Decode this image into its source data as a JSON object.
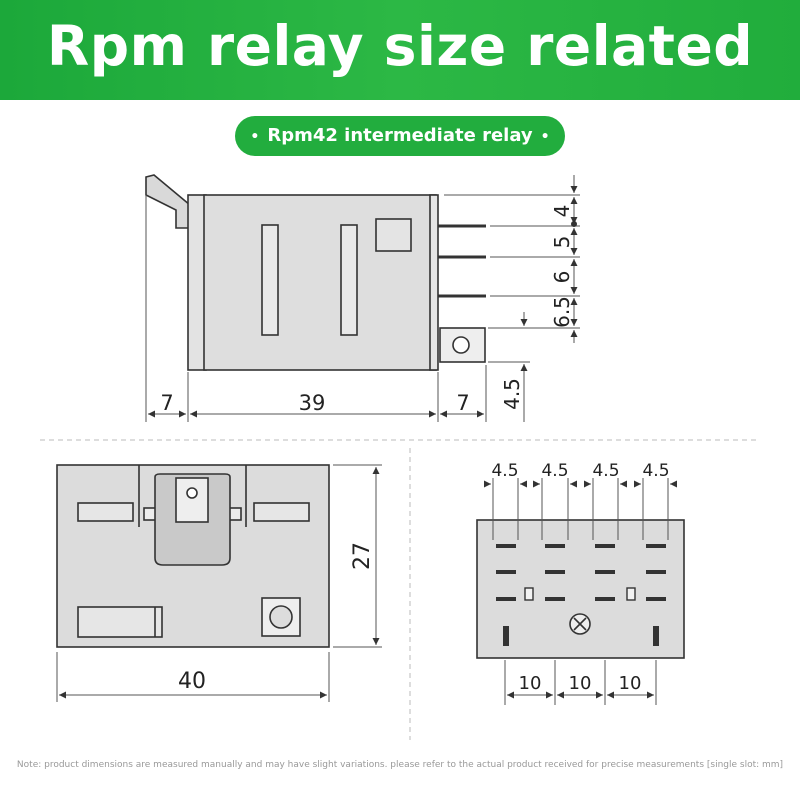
{
  "header": {
    "title": "Rpm relay size related"
  },
  "subtitle": {
    "bullet": "•",
    "text": "Rpm42 intermediate relay"
  },
  "side_view": {
    "dims": {
      "left": "7",
      "body": "39",
      "right": "7",
      "pin_gap_1": "4",
      "pin_gap_2": "5",
      "pin_gap_3": "6",
      "pin_gap_4": "6.5",
      "tab": "4.5"
    }
  },
  "top_view": {
    "dims": {
      "height": "27",
      "width": "40"
    }
  },
  "pin_view": {
    "dims": {
      "top_1": "4.5",
      "top_2": "4.5",
      "top_3": "4.5",
      "top_4": "4.5",
      "bottom_1": "10",
      "bottom_2": "10",
      "bottom_3": "10"
    }
  },
  "footer": {
    "note": "Note: product dimensions are measured manually and may have slight variations. please refer to the actual product received for precise measurements [single slot: mm]"
  }
}
